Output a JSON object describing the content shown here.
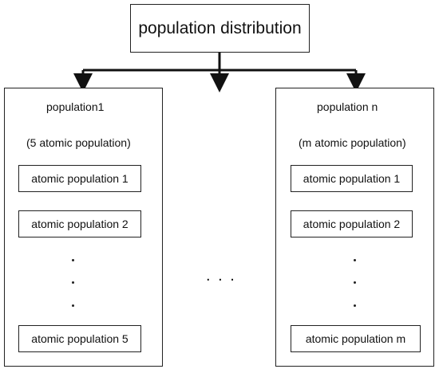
{
  "title": "population distribution",
  "left_group": {
    "title": "population1",
    "subtitle": "(5 atomic population)",
    "items": [
      "atomic population 1",
      "atomic population 2",
      "atomic population 5"
    ]
  },
  "right_group": {
    "title": "population n",
    "subtitle": "(m atomic population)",
    "items": [
      "atomic population 1",
      "atomic population 2",
      "atomic population m"
    ]
  },
  "ellipsis": ". . ."
}
